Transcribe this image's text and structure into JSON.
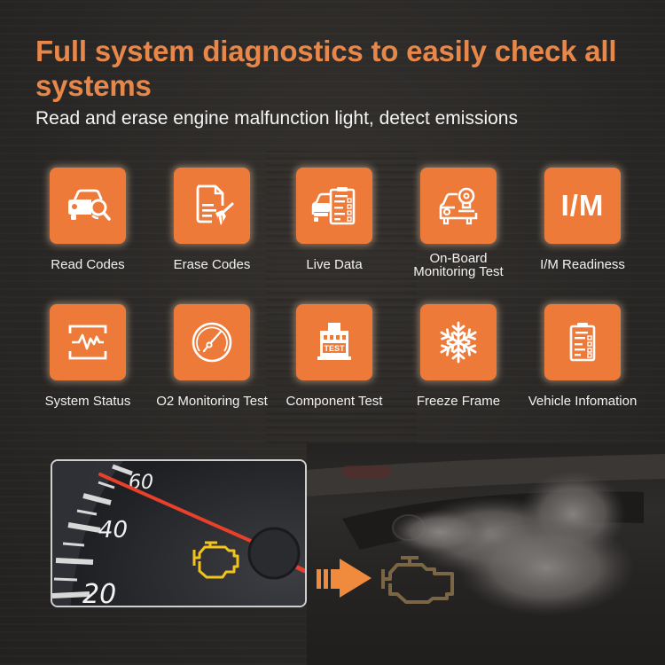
{
  "header": {
    "title": "Full system diagnostics to easily check all systems",
    "subtitle": "Read and erase engine malfunction light, detect emissions"
  },
  "colors": {
    "accent_orange": "#EE7A3A",
    "title_orange": "#E8874A",
    "background": "#2a2826",
    "needle_red": "#E8402A",
    "warning_yellow": "#F2C31B"
  },
  "features": [
    {
      "label": "Read Codes",
      "icon": "car-search-icon"
    },
    {
      "label": "Erase Codes",
      "icon": "document-broom-icon"
    },
    {
      "label": "Live Data",
      "icon": "car-clipboard-icon"
    },
    {
      "label_line1": "On-Board",
      "label_line2": "Monitoring Test",
      "icon": "car-sensor-icon"
    },
    {
      "label": "I/M Readiness",
      "icon": "im-text-icon",
      "icon_text": "I/M"
    },
    {
      "label": "System Status",
      "icon": "waveform-icon"
    },
    {
      "label": "O2 Monitoring Test",
      "icon": "gauge-icon"
    },
    {
      "label": "Component Test",
      "icon": "test-building-icon",
      "icon_text": "TEST"
    },
    {
      "label": "Freeze Frame",
      "icon": "snowflake-icon"
    },
    {
      "label": "Vehicle Infomation",
      "icon": "clipboard-checklist-icon"
    }
  ],
  "illustration": {
    "speedometer_labels": [
      "60",
      "40",
      "20"
    ],
    "warning_light": "check-engine-icon",
    "arrow": "arrow-right-icon",
    "result_icon": "check-engine-dim-icon",
    "scene": "exhaust-smoke"
  }
}
